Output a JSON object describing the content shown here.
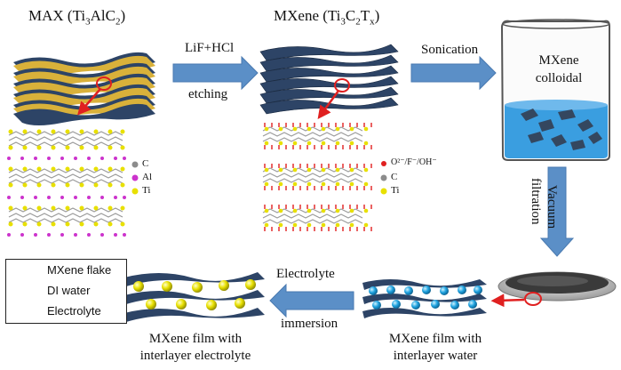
{
  "titles": {
    "max_prefix": "MAX (Ti",
    "max_sub1": "3",
    "max_mid": "AlC",
    "max_sub2": "2",
    "max_suffix": ")",
    "mxene_prefix": "MXene (Ti",
    "mxene_sub1": "3",
    "mxene_mid": "C",
    "mxene_sub2": "2",
    "mxene_mid2": "T",
    "mxene_sub3": "x",
    "mxene_suffix": ")"
  },
  "steps": {
    "etching_top": "LiF+HCl",
    "etching_bottom": "etching",
    "sonication": "Sonication",
    "beaker_label_1": "MXene",
    "beaker_label_2": "colloidal",
    "vacuum_1": "Vacuum",
    "vacuum_2": "filtration",
    "electrolyte_1": "Electrolyte",
    "electrolyte_2": "immersion"
  },
  "max_legend": [
    {
      "symbol": "C",
      "color": "#8c8c8c"
    },
    {
      "symbol": "Al",
      "color": "#cc33cc"
    },
    {
      "symbol": "Ti",
      "color": "#e8e000"
    }
  ],
  "mxene_legend": [
    {
      "symbol": "O²⁻/F⁻/OH⁻",
      "color": "#e02020"
    },
    {
      "symbol": "C",
      "color": "#8c8c8c"
    },
    {
      "symbol": "Ti",
      "color": "#e8e000"
    }
  ],
  "film_legend": [
    {
      "label": "MXene  flake"
    },
    {
      "label": "DI water",
      "color": "#1fa3e0"
    },
    {
      "label": "Electrolyte",
      "color": "#e8e000"
    }
  ],
  "captions": {
    "water_1": "MXene film with",
    "water_2": "interlayer water",
    "electrolyte_1": "MXene film with",
    "electrolyte_2": "interlayer electrolyte"
  },
  "colors": {
    "sheet_blue": "#2d4466",
    "sheet_gold": "#d9b13a",
    "arrow_blue": "#5b8fc7",
    "highlight_red": "#e02020",
    "water_blue": "#1fa3e0",
    "electrolyte_yellow": "#e8e000"
  }
}
